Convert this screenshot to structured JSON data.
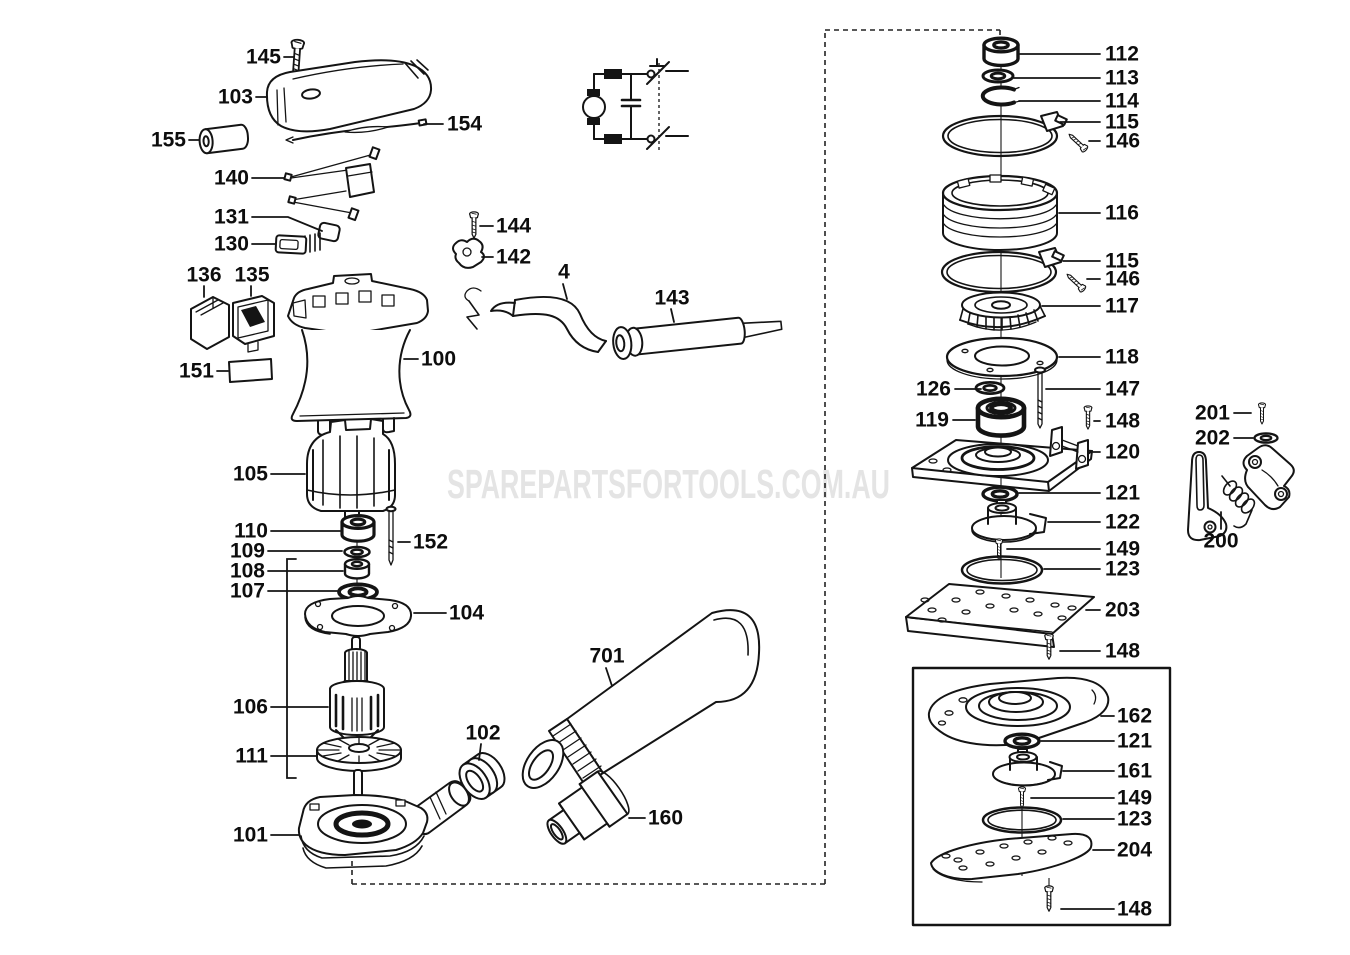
{
  "watermark": "SPAREPARTSFORTOOLS.COM.AU",
  "parts": {
    "4": "4",
    "100": "100",
    "101": "101",
    "102": "102",
    "103": "103",
    "104": "104",
    "105": "105",
    "106": "106",
    "107": "107",
    "108": "108",
    "109": "109",
    "110": "110",
    "111": "111",
    "112": "112",
    "113": "113",
    "114": "114",
    "115": "115",
    "116": "116",
    "117": "117",
    "118": "118",
    "119": "119",
    "120": "120",
    "121": "121",
    "122": "122",
    "123": "123",
    "126": "126",
    "130": "130",
    "131": "131",
    "135": "135",
    "136": "136",
    "140": "140",
    "142": "142",
    "143": "143",
    "144": "144",
    "145": "145",
    "146": "146",
    "147": "147",
    "148": "148",
    "149": "149",
    "151": "151",
    "152": "152",
    "154": "154",
    "155": "155",
    "160": "160",
    "161": "161",
    "162": "162",
    "200": "200",
    "201": "201",
    "202": "202",
    "203": "203",
    "204": "204",
    "701": "701"
  }
}
